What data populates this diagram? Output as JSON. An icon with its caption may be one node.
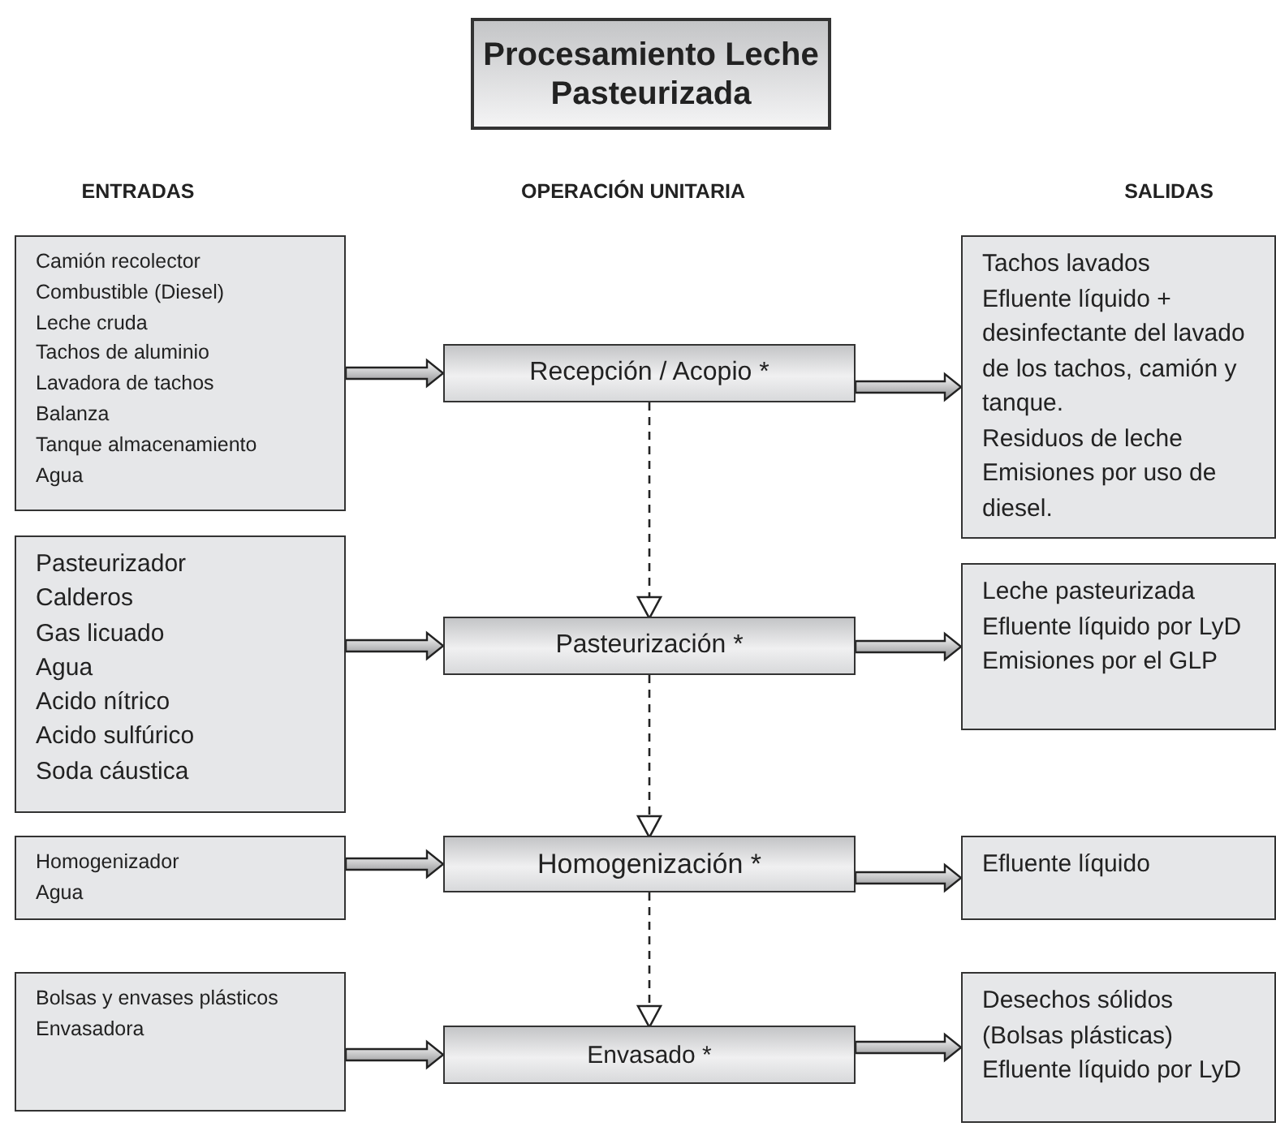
{
  "diagram": {
    "nodes": [
      {
        "text": [
          "Procesamiento Leche Pasteurizada"
        ]
      },
      {
        "text": [
          "Camión recolector",
          "Combustible (Diesel)",
          "Leche cruda",
          "Tachos de aluminio",
          "Lavadora de tachos",
          "Balanza",
          "Tanque almacenamiento",
          "Agua"
        ]
      },
      {
        "text": [
          "Recepción / Acopio *"
        ]
      },
      {
        "text": [
          "Tachos lavados",
          "Efluente líquido + desinfectante del lavado de los tachos, camión y tanque.",
          "Residuos de leche",
          "Emisiones por uso de diesel."
        ]
      },
      {
        "text": [
          "Pasteurizador",
          "Calderos",
          "Gas licuado",
          "Agua",
          "Acido nítrico",
          "Acido sulfúrico",
          "Soda cáustica"
        ]
      },
      {
        "text": [
          "Pasteurización *"
        ]
      },
      {
        "text": [
          "Leche pasteurizada",
          "Efluente líquido por LyD",
          "Emisiones por el GLP"
        ]
      },
      {
        "text": [
          "Homogenizador",
          "Agua"
        ]
      },
      {
        "text": [
          "Homogenización *"
        ]
      },
      {
        "text": [
          "Efluente líquido"
        ]
      },
      {
        "text": [
          "Bolsas y envases plásticos",
          "Envasadora"
        ]
      },
      {
        "text": [
          "Envasado *"
        ]
      },
      {
        "text": [
          "Desechos sólidos (Bolsas plásticas)",
          "Efluente líquido por LyD"
        ]
      }
    ],
    "edges": [
      {
        "from": 1,
        "to": 2,
        "arrow": "to",
        "style": "thick"
      },
      {
        "from": 2,
        "to": 3,
        "arrow": "to",
        "style": "thick"
      },
      {
        "from": 2,
        "to": 5,
        "arrow": "to",
        "style": "dashed"
      },
      {
        "from": 4,
        "to": 5,
        "arrow": "to",
        "style": "thick"
      },
      {
        "from": 5,
        "to": 6,
        "arrow": "to",
        "style": "thick"
      },
      {
        "from": 5,
        "to": 8,
        "arrow": "to",
        "style": "dashed"
      },
      {
        "from": 7,
        "to": 8,
        "arrow": "to",
        "style": "thick"
      },
      {
        "from": 8,
        "to": 9,
        "arrow": "to",
        "style": "thick"
      },
      {
        "from": 8,
        "to": 11,
        "arrow": "to",
        "style": "dashed"
      },
      {
        "from": 10,
        "to": 11,
        "arrow": "to",
        "style": "thick"
      },
      {
        "from": 11,
        "to": 12,
        "arrow": "to",
        "style": "thick"
      }
    ],
    "labels": [
      "ENTRADAS",
      "OPERACIÓN UNITARIA",
      "SALIDAS"
    ]
  }
}
